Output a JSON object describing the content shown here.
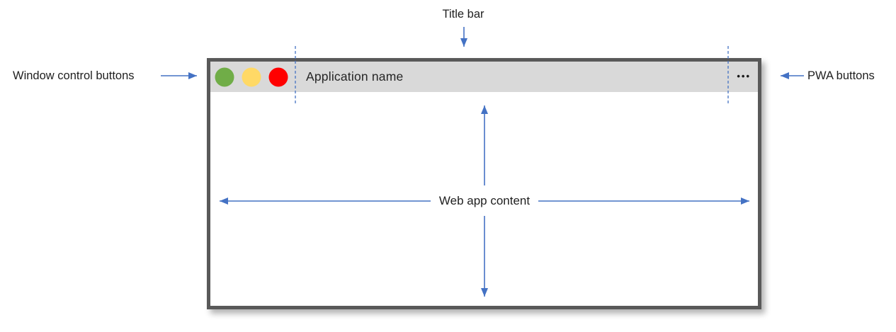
{
  "diagram": {
    "background": "#ffffff",
    "accent_blue": "#4472C4",
    "labels": {
      "title_bar": "Title bar",
      "window_controls": "Window control buttons",
      "pwa_buttons": "PWA buttons",
      "web_app_content": "Web app content"
    },
    "window": {
      "title": "Application name",
      "titlebar_bg": "#D9D9D9",
      "border_color": "#595959",
      "content_bg": "#FFFFFF",
      "controls": [
        {
          "name": "green-window-control",
          "color": "#70AD47"
        },
        {
          "name": "yellow-window-control",
          "color": "#FFD966"
        },
        {
          "name": "red-window-control",
          "color": "#FF0000"
        }
      ],
      "pwa_menu_glyph": "•••"
    }
  }
}
